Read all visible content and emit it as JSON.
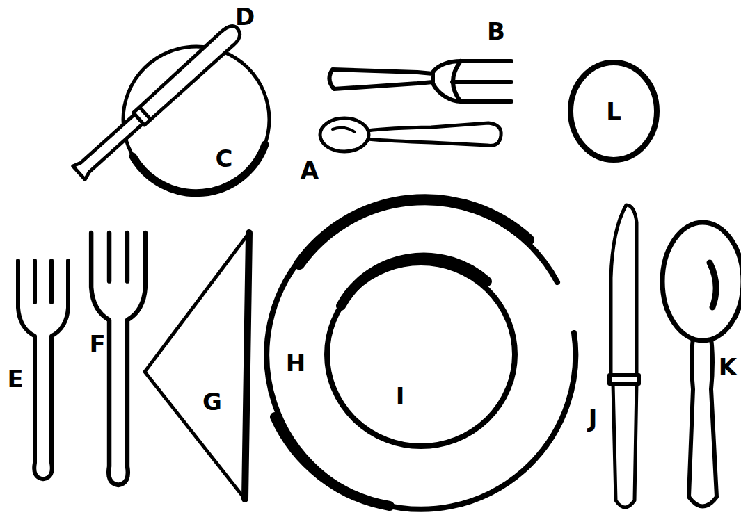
{
  "diagram": {
    "labels": [
      "D",
      "B",
      "C",
      "A",
      "L",
      "E",
      "F",
      "G",
      "H",
      "I",
      "J",
      "K"
    ]
  }
}
